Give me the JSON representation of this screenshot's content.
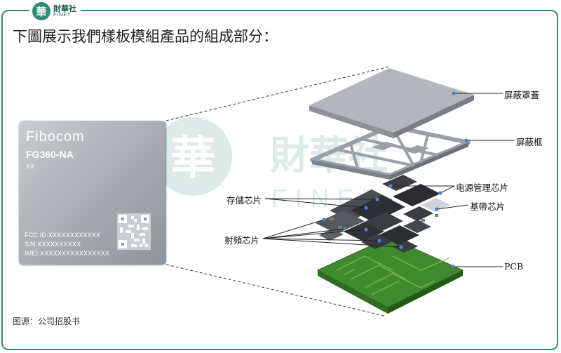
{
  "header": {
    "logo_cn": "財華社",
    "logo_en": "FINET",
    "logo_mark": "華"
  },
  "title": "下圖展示我們樣板模組產品的組成部分：",
  "module": {
    "brand": "Fibocom",
    "model": "FG360-NA",
    "sub": "XX",
    "fcc": "FCC ID:XXXXXXXXXXXX",
    "sn": "S/N:XXXXXXXXXX",
    "imei": "IMEI:XXXXXXXXXXXXXXXX"
  },
  "watermark": {
    "cn": "財華社",
    "en": "FINET",
    "mark": "華"
  },
  "labels": {
    "shield_cover": "屏蔽罩蓋",
    "shield_frame": "屏蔽框",
    "power_chip": "电源管理芯片",
    "memory_chip": "存儲芯片",
    "baseband_chip": "基帶芯片",
    "rf_chip": "射頻芯片",
    "pcb": "PCB"
  },
  "source": "图源：公司招股书",
  "colors": {
    "accent": "#2e8b75",
    "pcb_green": "#3f8a2f",
    "dot_blue": "#4a7fd4"
  }
}
